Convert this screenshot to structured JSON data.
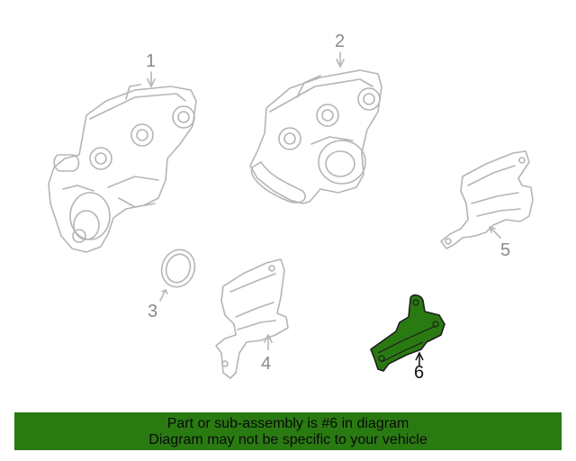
{
  "callouts": [
    "1",
    "2",
    "3",
    "4",
    "5",
    "6"
  ],
  "highlighted_part": "6",
  "colors": {
    "line": "#b5b5b5",
    "highlight_fill": "#2a7a12",
    "highlight_stroke": "#1d1d1d",
    "banner": "#2a7a12",
    "callout_text": "#8a8a8a"
  },
  "banner": {
    "line1": "Part or sub-assembly is #6 in diagram",
    "line2": "Diagram may not be specific to your vehicle"
  }
}
